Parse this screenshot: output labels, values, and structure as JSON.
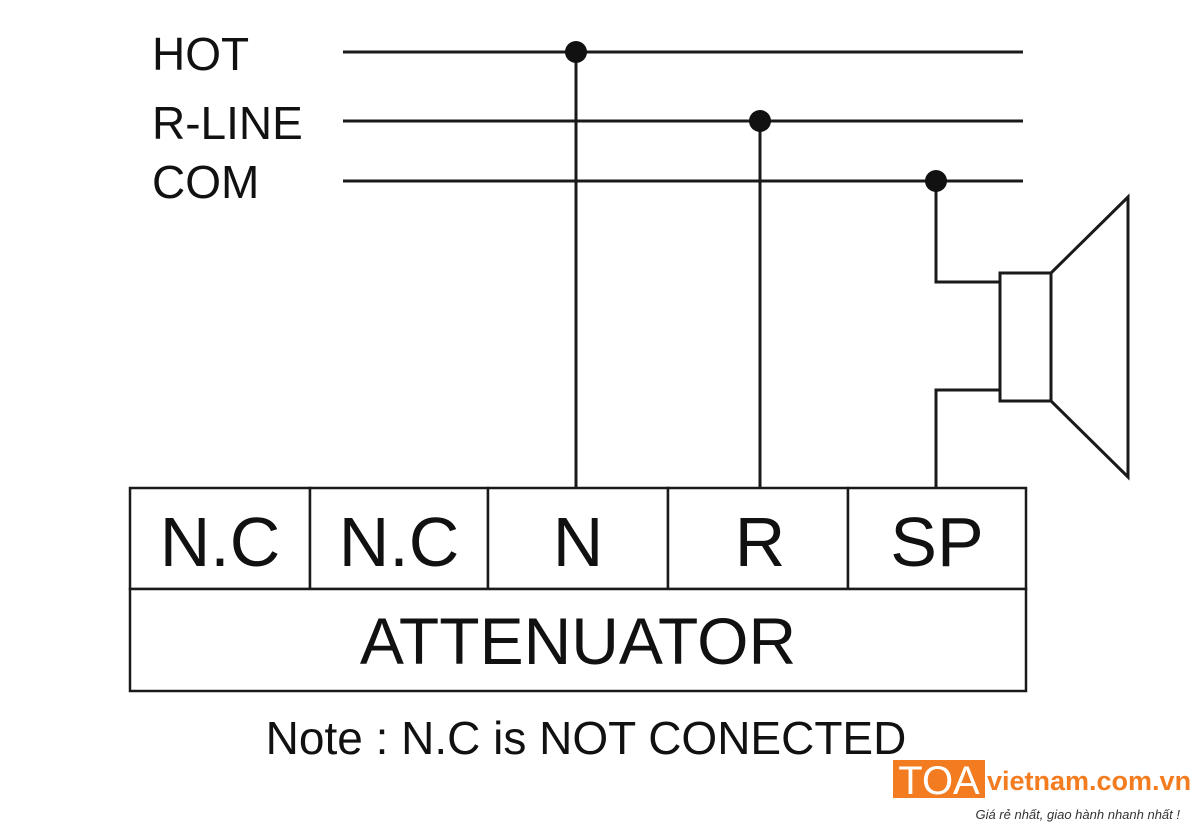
{
  "lines": [
    {
      "label": "HOT"
    },
    {
      "label": "R-LINE"
    },
    {
      "label": "COM"
    }
  ],
  "terminals": [
    "N.C",
    "N.C",
    "N",
    "R",
    "SP"
  ],
  "module_label": "ATTENUATOR",
  "note": "Note : N.C is NOT CONECTED",
  "watermark": {
    "brand": "TOA",
    "domain": "vietnam.com.vn",
    "slogan": "Giá rẻ nhất, giao hành nhanh nhất !",
    "color": "#f47c20"
  }
}
